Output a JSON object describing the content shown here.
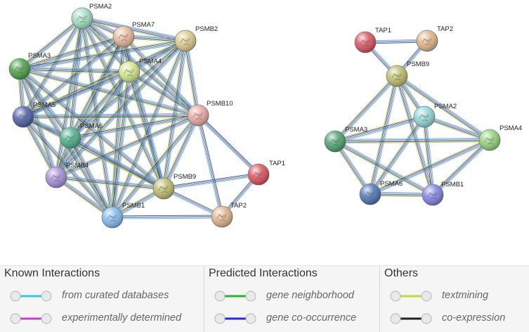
{
  "network_left": {
    "nodes": [
      {
        "id": "L-PSMA2",
        "label": "PSMA2",
        "color": "#9fdcc0"
      },
      {
        "id": "L-PSMA7",
        "label": "PSMA7",
        "color": "#e6b89a"
      },
      {
        "id": "L-PSMB2",
        "label": "PSMB2",
        "color": "#dcc98a"
      },
      {
        "id": "L-PSMA3",
        "label": "PSMA3",
        "color": "#4aa048"
      },
      {
        "id": "L-PSMA4",
        "label": "PSMA4",
        "color": "#cfe58a"
      },
      {
        "id": "L-PSMA5",
        "label": "PSMA5",
        "color": "#4b5fa3"
      },
      {
        "id": "L-PSMB10",
        "label": "PSMB10",
        "color": "#e8a6a2"
      },
      {
        "id": "L-PSMA6",
        "label": "PSMA6",
        "color": "#4cae8a"
      },
      {
        "id": "L-PSMB4",
        "label": "PSMB4",
        "color": "#a58fd6"
      },
      {
        "id": "L-TAP1",
        "label": "TAP1",
        "color": "#d9505c"
      },
      {
        "id": "L-PSMB9",
        "label": "PSMB9",
        "color": "#bdbb6a"
      },
      {
        "id": "L-TAP2",
        "label": "TAP2",
        "color": "#e0b48a"
      },
      {
        "id": "L-PSMB1",
        "label": "PSMB1",
        "color": "#7fb8ee"
      }
    ]
  },
  "network_right": {
    "nodes": [
      {
        "id": "R-TAP1",
        "label": "TAP1",
        "color": "#d9505c"
      },
      {
        "id": "R-TAP2",
        "label": "TAP2",
        "color": "#e0b48a"
      },
      {
        "id": "R-PSMB9",
        "label": "PSMB9",
        "color": "#bdbb6a"
      },
      {
        "id": "R-PSMA2",
        "label": "PSMA2",
        "color": "#8fd6d4"
      },
      {
        "id": "R-PSMA3",
        "label": "PSMA3",
        "color": "#4aa06e"
      },
      {
        "id": "R-PSMA4",
        "label": "PSMA4",
        "color": "#92d27a"
      },
      {
        "id": "R-PSMA6",
        "label": "PSMA6",
        "color": "#4b74b4"
      },
      {
        "id": "R-PSMB1",
        "label": "PSMB1",
        "color": "#8080e0"
      }
    ]
  },
  "legend": {
    "known": {
      "heading": "Known Interactions",
      "items": [
        {
          "label": "from curated databases",
          "color": "#3ec6d8"
        },
        {
          "label": "experimentally determined",
          "color": "#c63ec6"
        }
      ]
    },
    "predicted": {
      "heading": "Predicted Interactions",
      "items": [
        {
          "label": "gene neighborhood",
          "color": "#2fae2f"
        },
        {
          "label": "gene co-occurrence",
          "color": "#2a2ad6"
        }
      ]
    },
    "others": {
      "heading": "Others",
      "items": [
        {
          "label": "textmining",
          "color": "#c8d43c"
        },
        {
          "label": "co-expression",
          "color": "#222222"
        }
      ]
    }
  }
}
